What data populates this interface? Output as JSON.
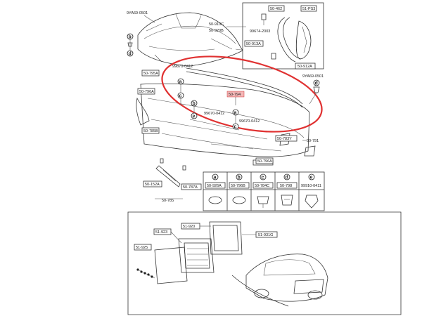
{
  "callouts": {
    "top_left": "9YA69-0501",
    "c_50910c": "50-910C",
    "c_50920b": "50-920B",
    "c_50913a": "50-913A",
    "c_50912a": "50-912A",
    "c_50462": "50-462",
    "c_51ps3": "51-PS3",
    "c_9687420": "99674-2003",
    "c_9686x": "99870-0412",
    "c_50795a": "50-795A",
    "c_50796a": "50-796A",
    "c_50785b": "50-785B",
    "c_50794": "50-794",
    "c_99670b": "99670-0412",
    "c_99670c": "99670-0412",
    "c_9ya69_right": "9YA69-0501",
    "c_50783y": "50-783Y",
    "c_50791": "50-791",
    "c_50796a_low": "50-796A",
    "c_50152a": "50-152A",
    "c_50787a": "50-787A",
    "c_50785": "50-785",
    "c_51923": "51-923",
    "c_51925": "51-925",
    "c_51920": "51-920",
    "c_51931g": "51-931G",
    "c_50926a": "50-926A",
    "c_50796b": "50-796B",
    "c_50784c": "50-784C",
    "c_50798": "50-798",
    "c_99910": "99910-0411"
  },
  "letters": {
    "a": "a",
    "b": "b",
    "c": "c",
    "d": "d",
    "e": "e"
  },
  "colors": {
    "highlight": "#e03131",
    "label_highlight": "#f4b6b6"
  }
}
